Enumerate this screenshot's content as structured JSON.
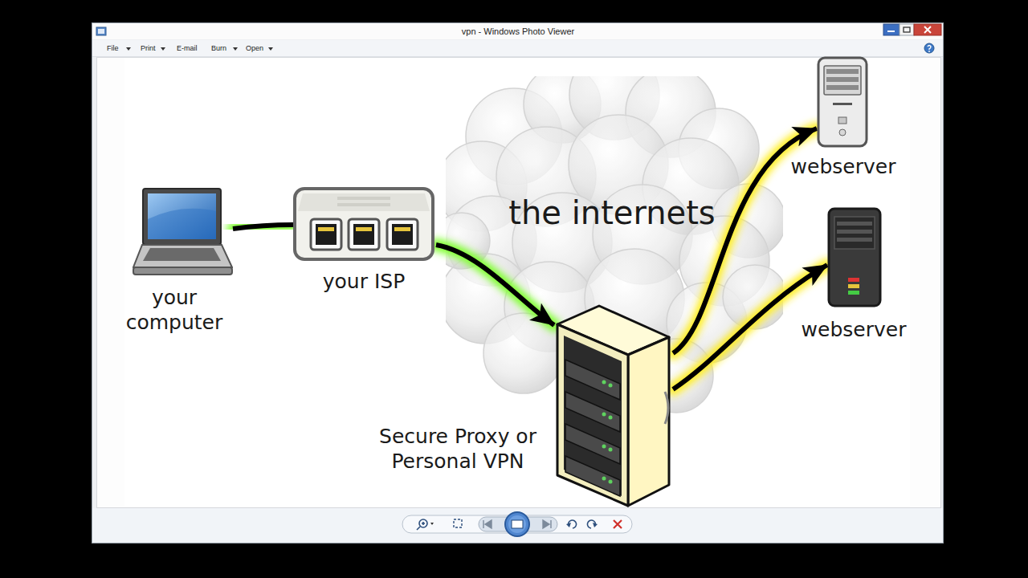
{
  "diagram": {
    "nodes": [
      {
        "text": [
          "your computer"
        ]
      },
      {
        "text": [
          "your ISP"
        ]
      },
      {
        "text": [
          "the internets"
        ]
      },
      {
        "text": [
          "Secure Proxy or Personal VPN"
        ]
      },
      {
        "text": [
          "webserver"
        ]
      },
      {
        "text": [
          "webserver"
        ]
      }
    ],
    "edges": [
      {
        "from": 0,
        "to": 1,
        "arrow": "none"
      },
      {
        "from": 1,
        "to": 3,
        "arrow": "to"
      },
      {
        "from": 3,
        "to": 4,
        "arrow": "to"
      },
      {
        "from": 3,
        "to": 5,
        "arrow": "to"
      }
    ],
    "labels": [
      "vpn - Windows Photo Viewer",
      "File",
      "Print",
      "E-mail",
      "Burn",
      "Open"
    ]
  }
}
